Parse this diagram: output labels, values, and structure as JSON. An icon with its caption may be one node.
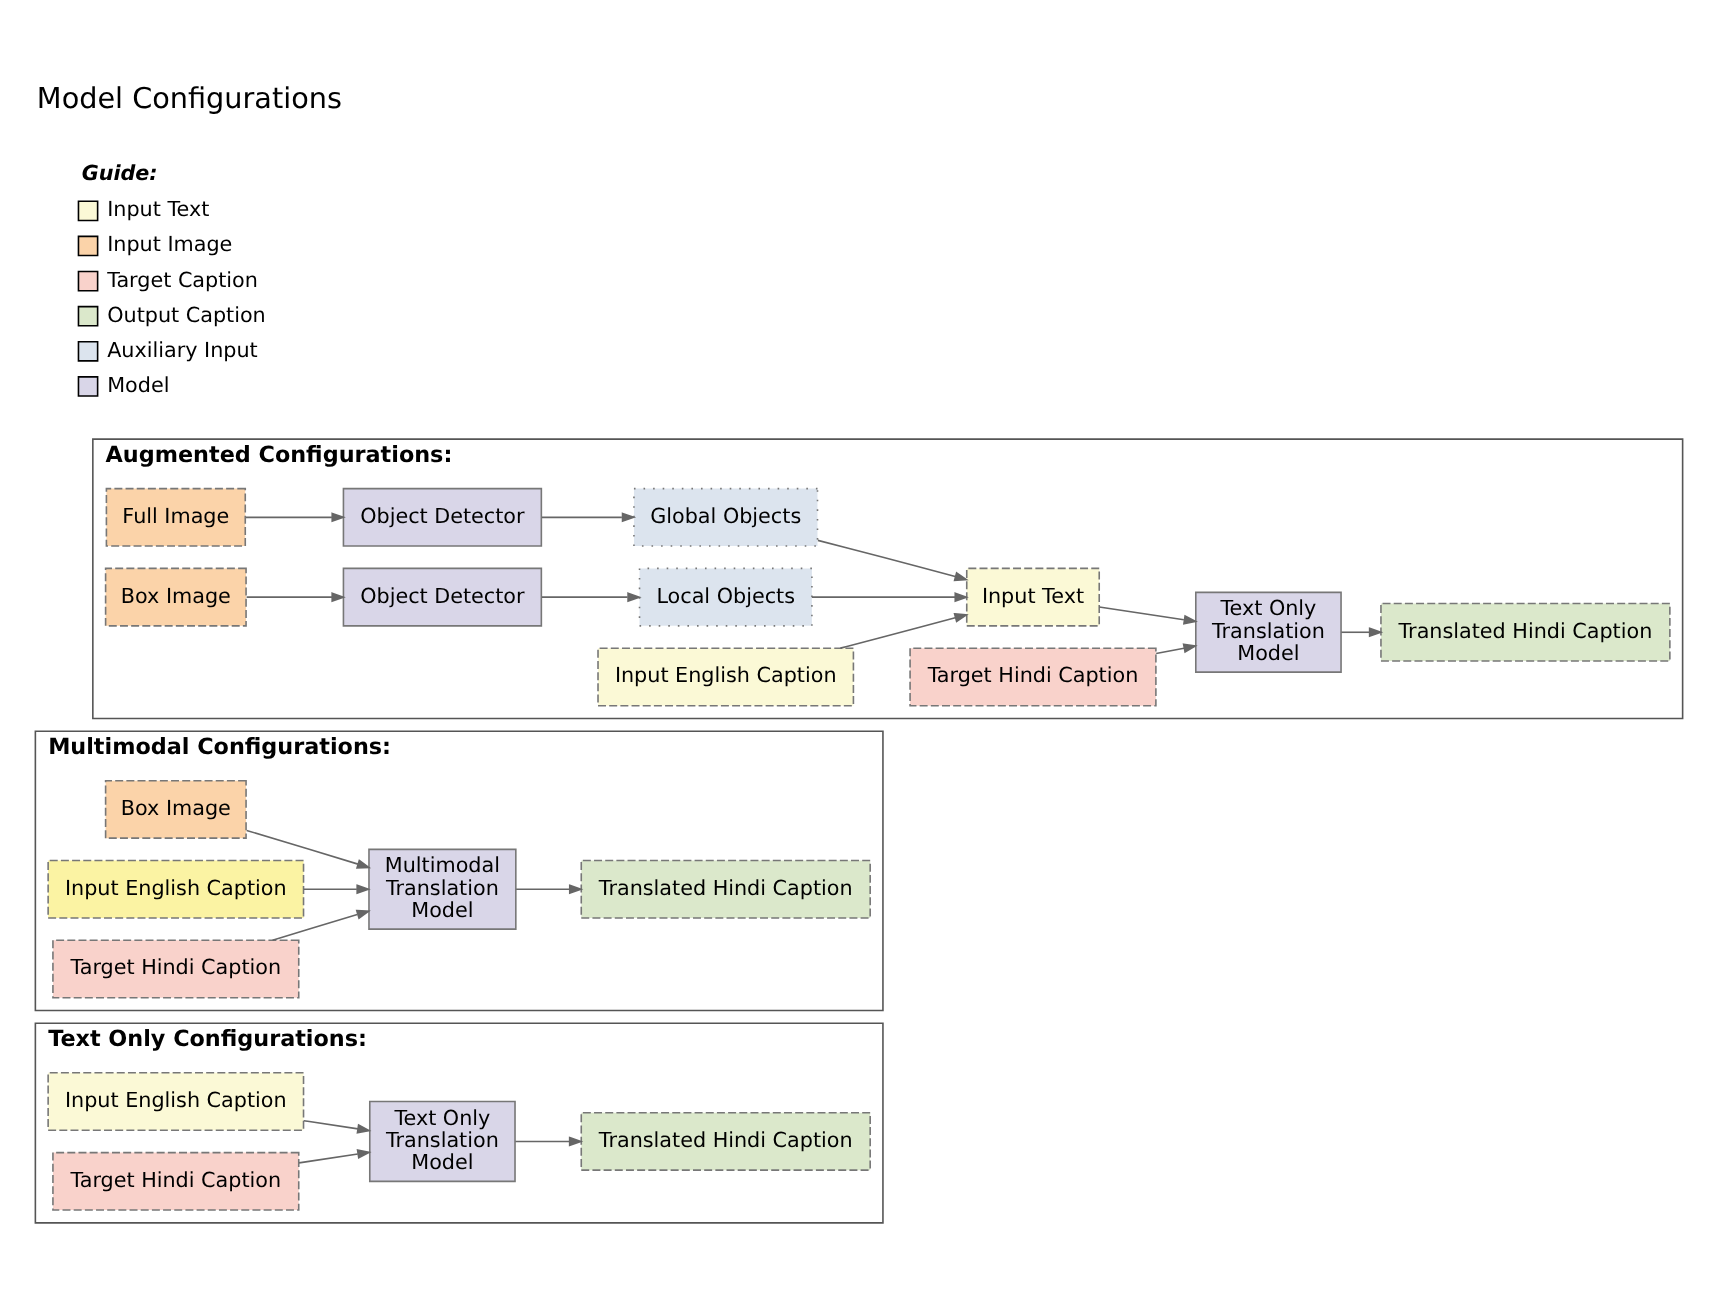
{
  "diagram": {
    "title": "Model Configurations",
    "nodes": [
      {
        "text": [
          "Text Only Configurations:"
        ]
      },
      {
        "text": [
          "Input English Caption"
        ],
        "in": 0
      },
      {
        "text": [
          "Target Hindi Caption"
        ],
        "in": 0
      },
      {
        "text": [
          "Text Only Translation Model"
        ],
        "in": 0
      },
      {
        "text": [
          "Translated Hindi Caption"
        ],
        "in": 0
      },
      {
        "text": [
          "Multimodal Configurations:"
        ]
      },
      {
        "text": [
          "Box Image"
        ],
        "in": 5
      },
      {
        "text": [
          "Input English Caption"
        ],
        "in": 5
      },
      {
        "text": [
          "Target Hindi Caption"
        ],
        "in": 5
      },
      {
        "text": [
          "Multimodal Translation Model"
        ],
        "in": 5
      },
      {
        "text": [
          "Translated Hindi Caption"
        ],
        "in": 5
      },
      {
        "text": [
          "Augmented Configurations:"
        ]
      },
      {
        "text": [
          "Full Image"
        ],
        "in": 11
      },
      {
        "text": [
          "Object Detector"
        ],
        "in": 11
      },
      {
        "text": [
          "Global Objects"
        ],
        "in": 11
      },
      {
        "text": [
          "Box Image"
        ],
        "in": 11
      },
      {
        "text": [
          "Object Detector"
        ],
        "in": 11
      },
      {
        "text": [
          "Local Objects"
        ],
        "in": 11
      },
      {
        "text": [
          "Input English Caption"
        ],
        "in": 11
      },
      {
        "text": [
          "Input Text"
        ],
        "in": 11
      },
      {
        "text": [
          "Target Hindi Caption"
        ],
        "in": 11
      },
      {
        "text": [
          "Text Only Translation Model"
        ],
        "in": 11
      },
      {
        "text": [
          "Translated Hindi Caption"
        ],
        "in": 11
      }
    ],
    "edges": [
      {
        "from": 1,
        "to": 3,
        "arrow": "to"
      },
      {
        "from": 2,
        "to": 3,
        "arrow": "to"
      },
      {
        "from": 3,
        "to": 4,
        "arrow": "to"
      },
      {
        "from": 6,
        "to": 9,
        "arrow": "to"
      },
      {
        "from": 7,
        "to": 9,
        "arrow": "to"
      },
      {
        "from": 8,
        "to": 9,
        "arrow": "to"
      },
      {
        "from": 9,
        "to": 10,
        "arrow": "to"
      },
      {
        "from": 12,
        "to": 13,
        "arrow": "to"
      },
      {
        "from": 13,
        "to": 14,
        "arrow": "to"
      },
      {
        "from": 15,
        "to": 16,
        "arrow": "to"
      },
      {
        "from": 16,
        "to": 17,
        "arrow": "to"
      },
      {
        "from": 14,
        "to": 19,
        "arrow": "to"
      },
      {
        "from": 17,
        "to": 19,
        "arrow": "to"
      },
      {
        "from": 18,
        "to": 19,
        "arrow": "to"
      },
      {
        "from": 19,
        "to": 21,
        "arrow": "to"
      },
      {
        "from": 20,
        "to": 21,
        "arrow": "to"
      },
      {
        "from": 21,
        "to": 22,
        "arrow": "to"
      }
    ],
    "labels": [
      "Guide:"
    ],
    "legend": [
      {
        "text": "Input Text",
        "color": "#fbf9d6"
      },
      {
        "text": "Input Image",
        "color": "#fbd3a9"
      },
      {
        "text": "Target Caption",
        "color": "#f9d2cb"
      },
      {
        "text": "Output Caption",
        "color": "#dbe8cb"
      },
      {
        "text": "Auxiliary Input",
        "color": "#dce4ee"
      },
      {
        "text": "Model",
        "color": "#d9d6e8"
      }
    ]
  }
}
